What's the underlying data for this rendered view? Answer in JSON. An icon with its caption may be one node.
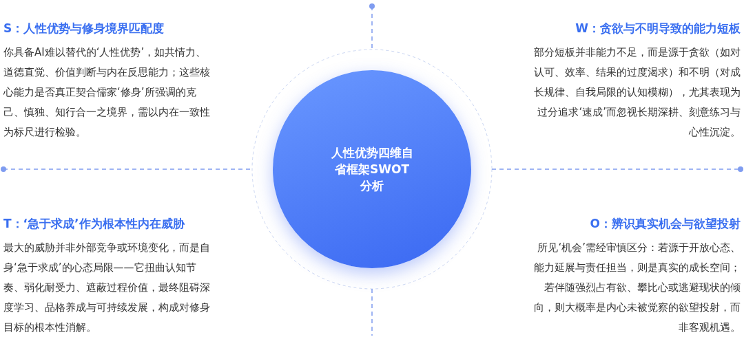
{
  "diagram": {
    "nodes": [
      {
        "text": [
          "人性优势四维自省框架SWOT分析"
        ]
      }
    ],
    "labels": [
      "S：人性优势与修身境界匹配度",
      "你具备AI难以替代的‘人性优势’，如共情力、道德直觉、价值判断与内在反思能力；这些核心能力是否真正契合儒家‘修身’所强调的克己、慎独、知行合一之境界，需以内在一致性为标尺进行检验。",
      "W：贪欲与不明导致的能力短板",
      "部分短板并非能力不足，而是源于贪欲（如对认可、效率、结果的过度渴求）和不明（对成长规律、自我局限的认知模糊），尤其表现为过分追求‘速成’而忽视长期深耕、刻意练习与心性沉淀。",
      "T：‘急于求成’作为根本性内在威胁",
      "最大的威胁并非外部竞争或环境变化，而是自身‘急于求成’的心态局限——它扭曲认知节奏、弱化耐受力、遮蔽过程价值，最终阻碍深度学习、品格养成与可持续发展，构成对修身目标的根本性消解。",
      "O：辨识真实机会与欲望投射",
      "所见‘机会’需经审慎区分：若源于开放心态、能力延展与责任担当，则是真实的成长空间；若伴随强烈占有欲、攀比心或逃避现状的倾向，则大概率是内心未被觉察的欲望投射，而非客观机遇。"
    ]
  }
}
